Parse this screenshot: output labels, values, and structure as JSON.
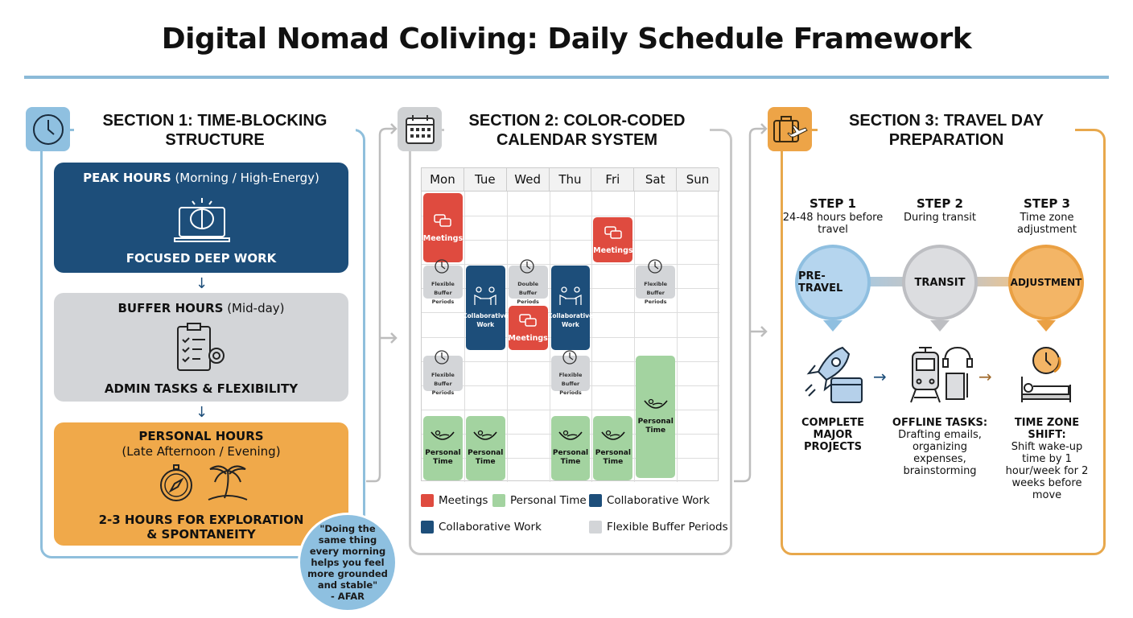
{
  "title": "Digital Nomad Coliving: Daily Schedule Framework",
  "colors": {
    "rule": "#8bbad8",
    "deep_blue": "#1d4e7a",
    "buffer_gray": "#d3d5d8",
    "personal_orange": "#f0a94a",
    "meetings_red": "#df4b3f",
    "personal_green": "#a3d3a0",
    "section3_orange": "#e8a84c"
  },
  "section1": {
    "icon": "clock-icon",
    "title_line1": "SECTION 1: TIME-BLOCKING",
    "title_line2": "STRUCTURE",
    "peak": {
      "bold": "PEAK HOURS",
      "paren": " (Morning / High-Energy)",
      "footer": "FOCUSED DEEP WORK",
      "icon": "brain-laptop-icon"
    },
    "buffer": {
      "bold": "BUFFER HOURS",
      "paren": " (Mid-day)",
      "footer": "ADMIN TASKS & FLEXIBILITY",
      "icon": "clipboard-gear-icon"
    },
    "personal": {
      "bold": "PERSONAL HOURS",
      "paren": "(Late Afternoon / Evening)",
      "footer_line1": "2-3 HOURS FOR EXPLORATION",
      "footer_line2": "& SPONTANEITY",
      "icons": [
        "compass-icon",
        "palm-tree-icon"
      ]
    },
    "quote": {
      "text": "\"Doing the same thing every morning helps you feel more grounded and stable\"",
      "attribution": "- AFAR"
    }
  },
  "section2": {
    "icon": "calendar-icon",
    "title_line1": "SECTION 2: COLOR-CODED",
    "title_line2": "CALENDAR SYSTEM",
    "days": [
      "Mon",
      "Tue",
      "Wed",
      "Thu",
      "Fri",
      "Sat",
      "Sun"
    ],
    "slots": 12,
    "events": [
      {
        "day": 0,
        "start": 0,
        "span": 3,
        "type": "meetings",
        "label": "Meetings"
      },
      {
        "day": 4,
        "start": 1,
        "span": 2,
        "type": "meetings",
        "label": "Meetings"
      },
      {
        "day": 0,
        "start": 3,
        "span": 1.5,
        "type": "buffer",
        "label": "Flexible Buffer Periods"
      },
      {
        "day": 1,
        "start": 3,
        "span": 3.6,
        "type": "collab",
        "label": "Collaborative Work"
      },
      {
        "day": 2,
        "start": 3,
        "span": 1.5,
        "type": "buffer",
        "label": "Double Buffer Periods"
      },
      {
        "day": 2,
        "start": 4.65,
        "span": 1.95,
        "type": "meetings",
        "label": "Meetings"
      },
      {
        "day": 3,
        "start": 3,
        "span": 3.6,
        "type": "collab",
        "label": "Collaborative Work"
      },
      {
        "day": 5,
        "start": 3,
        "span": 1.5,
        "type": "buffer",
        "label": "Flexible Buffer Periods"
      },
      {
        "day": 5,
        "start": 6.7,
        "span": 5.2,
        "type": "personal",
        "label": "Personal Time"
      },
      {
        "day": 0,
        "start": 6.7,
        "span": 1.6,
        "type": "buffer",
        "label": "Flexible Buffer Periods"
      },
      {
        "day": 3,
        "start": 6.7,
        "span": 1.6,
        "type": "buffer",
        "label": "Flexible Buffer Periods"
      },
      {
        "day": 0,
        "start": 9.2,
        "span": 2.8,
        "type": "personal",
        "label": "Personal Time"
      },
      {
        "day": 1,
        "start": 9.2,
        "span": 2.8,
        "type": "personal",
        "label": "Personal Time"
      },
      {
        "day": 3,
        "start": 9.2,
        "span": 2.8,
        "type": "personal",
        "label": "Personal Time"
      },
      {
        "day": 4,
        "start": 9.2,
        "span": 2.8,
        "type": "personal",
        "label": "Personal Time"
      }
    ],
    "legend": [
      {
        "label": "Meetings",
        "color": "#df4b3f"
      },
      {
        "label": "Personal Time",
        "color": "#a3d3a0"
      },
      {
        "label": "Collaborative Work",
        "color": "#1d4e7a"
      },
      {
        "label": "Collaborative Work",
        "color": "#1d4e7a"
      },
      {
        "label": "Flexible Buffer Periods",
        "color": "#d3d5d8"
      }
    ]
  },
  "section3": {
    "icon": "luggage-plane-icon",
    "title_line1": "SECTION 3: TRAVEL DAY",
    "title_line2": "PREPARATION",
    "steps": [
      {
        "step": "STEP 1",
        "sub": "24-48 hours before travel",
        "phase": "PRE-TRAVEL",
        "icon": "rocket-calendar-icon",
        "head": "COMPLETE MAJOR PROJECTS",
        "body": ""
      },
      {
        "step": "STEP 2",
        "sub": "During transit",
        "phase": "TRANSIT",
        "icon": "train-headphones-notebook-icon",
        "head": "OFFLINE TASKS:",
        "body": "Drafting emails, organizing expenses, brainstorming"
      },
      {
        "step": "STEP 3",
        "sub": "Time zone adjustment",
        "phase": "ADJUSTMENT",
        "icon": "clock-bed-icon",
        "head": "TIME ZONE SHIFT:",
        "body": "Shift wake-up time by 1 hour/week for 2 weeks before move"
      }
    ]
  }
}
